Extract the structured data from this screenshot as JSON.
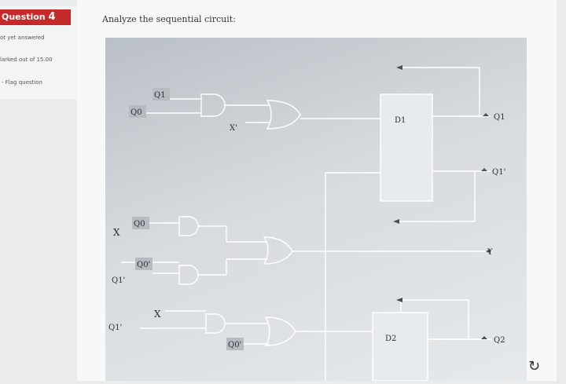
{
  "sidebar": {
    "question_label": "Question",
    "question_number": "4",
    "status": "ot yet answered",
    "marked": "larked out of 15.00",
    "flag": "Flag question"
  },
  "prompt": "Analyze the sequential circuit:",
  "circuit": {
    "q1_top": "Q1",
    "q0_top": "Q0",
    "x_top": "X'",
    "d1": "D1",
    "q1_out": "Q1",
    "q1_prime_out": "Q1'",
    "q0_mid": "Q0",
    "x_mid": "X",
    "q0_prime_mid": "Q0'",
    "q1_prime_mid": "Q1'",
    "y_out": "Y",
    "x_low": "X",
    "q1_prime_low": "Q1'",
    "q0_prime_low": "Q0'",
    "d2": "D2",
    "q2_out": "Q2"
  },
  "icons": {
    "rotate": "rotate-icon"
  }
}
